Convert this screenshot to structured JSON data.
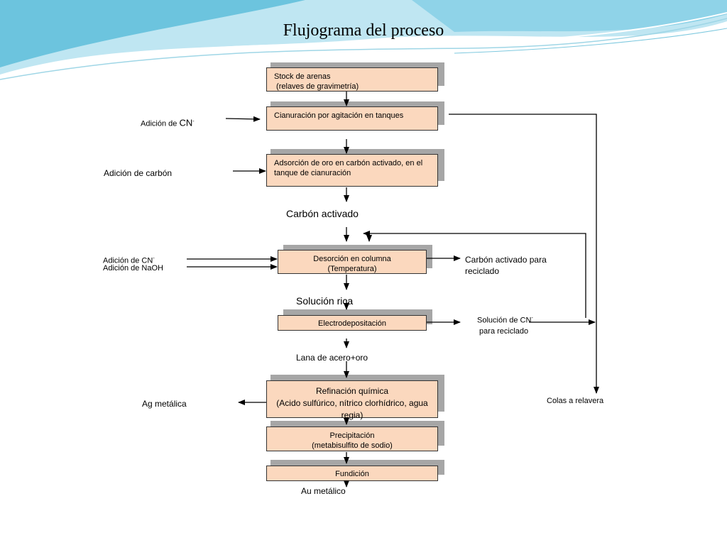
{
  "title": "Flujograma  del proceso",
  "colors": {
    "box_fill": "#fbd8be",
    "box_shadow": "#a6a6a6",
    "wave_light": "#bfe6f2",
    "wave_dark": "#5bbcd9"
  },
  "nodes": {
    "stock": {
      "line1": "Stock de arenas",
      "line2": " (relaves de gravimetría)"
    },
    "cianuracion": {
      "text": "Cianuración por agitación en tanques"
    },
    "adsorcion": {
      "text": "Adsorción de oro en carbón activado, en el tanque de cianuración"
    },
    "desorcion": {
      "line1": "Desorción en columna",
      "line2": "(Temperatura)"
    },
    "electro": {
      "text": "Electrodepositación"
    },
    "refinacion": {
      "line1": "Refinación química",
      "line2": "(Acido sulfúrico, nítrico clorhídrico, agua regia)"
    },
    "precipitacion": {
      "line1": "Precipitación",
      "line2": "(metabisulfito de sodio)"
    },
    "fundicion": {
      "text": "Fundición"
    }
  },
  "labels": {
    "adicion_cn_1": {
      "text": "Adición de ",
      "cn": "CN",
      "sup": "-"
    },
    "adicion_carbon": "Adición de carbón",
    "carbon_activado": "Carbón activado",
    "adicion_cn_2": {
      "text": "Adición de CN",
      "sup": "-"
    },
    "adicion_naoh": "Adición de NaOH",
    "carbon_reciclado": "Carbón activado para reciclado",
    "solucion_rica": "Solución rica",
    "solucion_cn": {
      "pre": "Solución de CN",
      "sup": "-",
      "post": " para reciclado"
    },
    "lana": "Lana de acero+oro",
    "ag_metalica": "Ag metálica",
    "colas": "Colas a relavera",
    "au_metalico": "Au metálico"
  }
}
